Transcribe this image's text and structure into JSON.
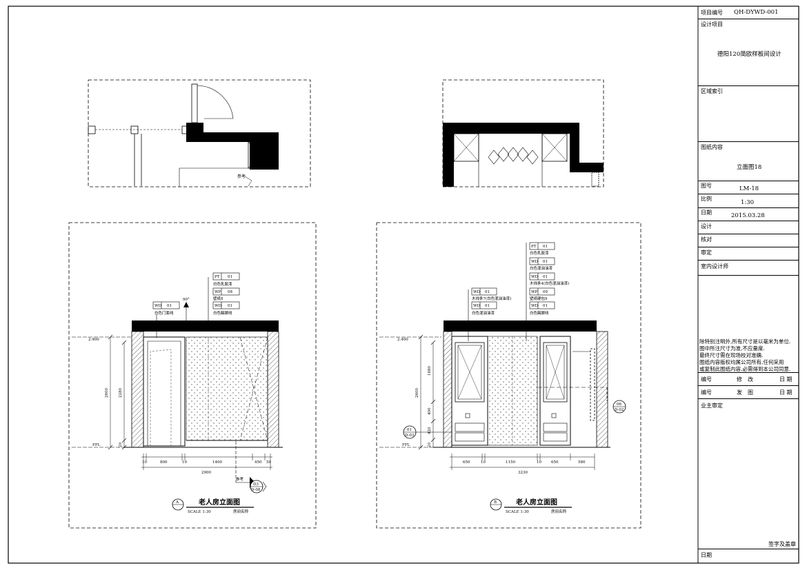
{
  "title_block": {
    "project_no_label": "项目编号",
    "project_no": "QH-DYWD-001",
    "design_project_label": "设计项目",
    "design_project": "德阳120简欧样板间设计",
    "area_index_label": "区域索引",
    "drawing_content_label": "图纸内容",
    "drawing_content": "立面图18",
    "drawing_no_label": "图号",
    "drawing_no": "LM-18",
    "scale_label": "比例",
    "scale": "1:30",
    "date_label": "日期",
    "date": "2015.03.28",
    "design_label": "设计",
    "check_label": "核对",
    "review_label": "审定",
    "designer_label": "室内设计师",
    "notes": [
      "除特别注明外,所有尺寸是以毫米为单位.",
      "图中所注尺寸为准,不应量度.",
      "最终尺寸需在现场校对准确.",
      "图纸内容版权均属公司所有,任何采用",
      "或复制此图纸内容,必需得到本公司同意."
    ],
    "rev_no_label": "编号",
    "rev_label": "修　改",
    "rev_date_label": "日 期",
    "issue_no_label": "编号",
    "issue_label": "发　图",
    "issue_date_label": "日 期",
    "owner_review_label": "业主审定",
    "sign_label": "签字及盖章",
    "sign_date_label": "日期"
  },
  "elevation_a": {
    "title": "老人房立面图",
    "tag": "A",
    "scale": "SCALE 1:30",
    "room_name": "房间名称",
    "level_top": "2.400",
    "level_ffl": "FFL",
    "dims_vertical": [
      "2600",
      "2280",
      "20"
    ],
    "dims_bottom": [
      "10",
      "800",
      "10",
      "1400",
      "450",
      "50"
    ],
    "dim_total": "2900",
    "angle": "90°",
    "ref_label": "参考",
    "ref_tag_top": "D3",
    "ref_tag_bottom": "D-08",
    "callouts": [
      {
        "code": "WD",
        "no": "01",
        "text": "白色门套线"
      },
      {
        "code": "PT",
        "no": "01",
        "text": "白色乳胶漆"
      },
      {
        "code": "WP",
        "no": "08",
        "text": "壁纸8"
      },
      {
        "code": "WD",
        "no": "01",
        "text": "白色踢脚线"
      }
    ]
  },
  "elevation_b": {
    "title": "老人房立面图",
    "tag": "B",
    "scale": "SCALE 1:30",
    "room_name": "房间名称",
    "level_top": "2.400",
    "level_ffl": "FFL",
    "dims_vertical": [
      "2600",
      "1680",
      "400",
      "420",
      "20"
    ],
    "dims_bottom": [
      "650",
      "10",
      "1150",
      "10",
      "650",
      "580"
    ],
    "dim_total": "3230",
    "left_tag_top": "01",
    "left_tag_bottom": "D-03",
    "right_tag_top": "06",
    "right_tag_bottom": "D-02",
    "callouts_left": [
      {
        "code": "WD",
        "no": "01",
        "text": "木线条7(白色混油油漆)"
      },
      {
        "code": "WD",
        "no": "01",
        "text": "白色混油油漆"
      }
    ],
    "callouts_right": [
      {
        "code": "PT",
        "no": "01",
        "text": "白色乳胶漆"
      },
      {
        "code": "WD",
        "no": "01",
        "text": "白色混油油漆"
      },
      {
        "code": "WD",
        "no": "01",
        "text": "木线条4(白色混油油漆)"
      },
      {
        "code": "WP",
        "no": "09",
        "text": "壁纸硬包9"
      },
      {
        "code": "WD",
        "no": "01",
        "text": "白色踢脚线"
      }
    ]
  }
}
